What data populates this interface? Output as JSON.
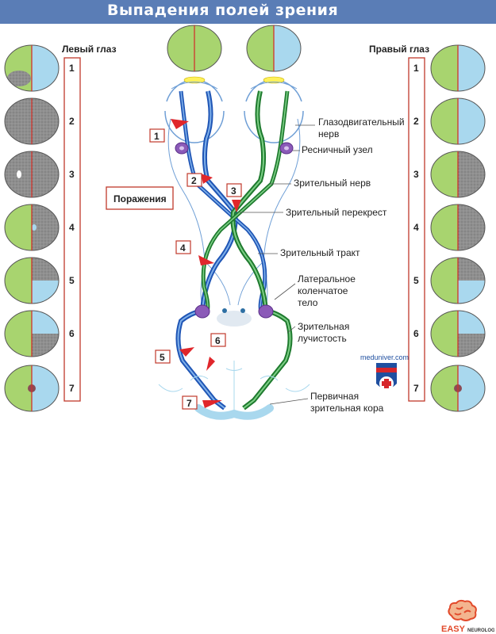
{
  "title": "Выпадения полей зрения",
  "left_eye_label": "Левый глаз",
  "right_eye_label": "Правый глаз",
  "lesions_label": "Поражения",
  "numbers": [
    "1",
    "2",
    "3",
    "4",
    "5",
    "6",
    "7"
  ],
  "anatomy_labels": {
    "oculomotor_1": "Глазодвигательный",
    "oculomotor_2": "нерв",
    "ciliary": "Ресничный узел",
    "optic_nerve": "Зрительный нерв",
    "chiasm": "Зрительный перекрест",
    "tract": "Зрительный тракт",
    "lgn_1": "Латеральное",
    "lgn_2": "коленчатое",
    "lgn_3": "тело",
    "radiation_1": "Зрительная",
    "radiation_2": "лучистость",
    "cortex_1": "Первичная",
    "cortex_2": "зрительная кора"
  },
  "watermark": "meduniver.com",
  "logo_text": "EASY NEUROLOGY",
  "colors": {
    "title_bar": "#5a7db6",
    "green_field": "#a8d46f",
    "blue_field": "#a9d8ee",
    "lost_field": "#8a8a8a",
    "left_pathway": "#3a6fc4",
    "right_pathway": "#3a9a4a",
    "lesion_marker": "#e0262b",
    "box_border": "#c0392b"
  },
  "visual_fields": {
    "left_eye": [
      "left-inferior-temporal-loss",
      "full-loss",
      "full-loss-spot",
      "temporal-loss",
      "upper-temporal-loss",
      "lower-temporal-loss",
      "macular-sparing"
    ],
    "right_eye": [
      "none",
      "none",
      "nasal-loss",
      "nasal-loss",
      "upper-nasal-loss",
      "lower-nasal-loss",
      "macular-sparing"
    ]
  }
}
